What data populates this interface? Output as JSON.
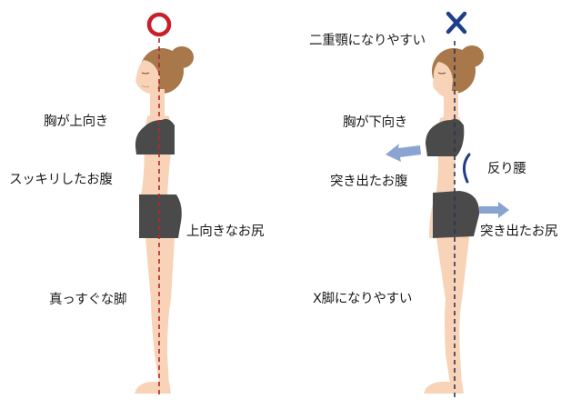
{
  "colors": {
    "good_mark": "#c8202a",
    "bad_mark": "#1f3f8a",
    "skin": "#f8d3b8",
    "skin_shadow": "#efbfa0",
    "hair": "#a8774a",
    "clothing": "#4a4a4a",
    "good_line": "#b3272d",
    "bad_line": "#2b3552",
    "arrow": "#8aa4d2",
    "curve": "#233d85"
  },
  "good_posture": {
    "mark": "circle",
    "mark_icon": "good-circle-icon",
    "labels": {
      "chest": "胸が上向き",
      "belly": "スッキリしたお腹",
      "hips": "上向きなお尻",
      "legs": "真っすぐな脚"
    }
  },
  "bad_posture": {
    "mark": "cross",
    "mark_icon": "bad-cross-icon",
    "labels": {
      "chin": "二重顎になりやすい",
      "chest": "胸が下向き",
      "belly": "突き出たお腹",
      "back": "反り腰",
      "hips": "突き出たお尻",
      "legs": "X脚になりやすい"
    }
  }
}
